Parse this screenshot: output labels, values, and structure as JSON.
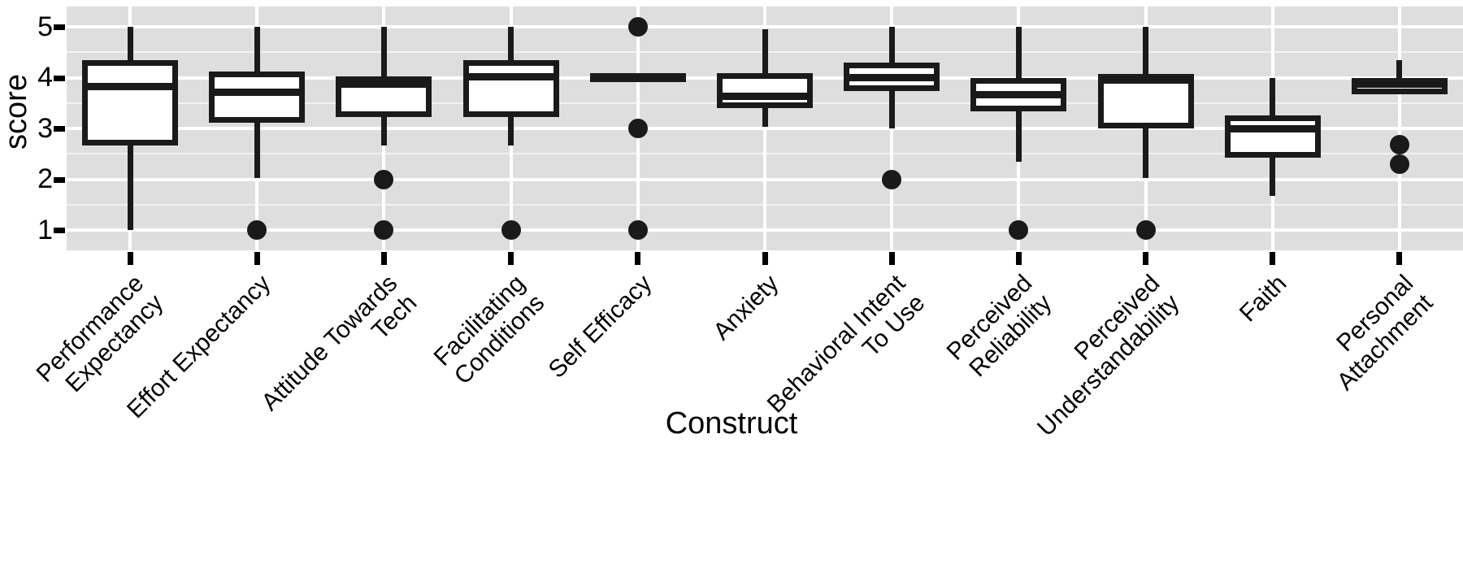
{
  "chart_data": {
    "type": "box",
    "title": "",
    "xlabel": "Construct",
    "ylabel": "score",
    "ylim": [
      0.6,
      5.4
    ],
    "yticks": [
      1,
      2,
      3,
      4,
      5
    ],
    "ytick_labels": [
      "1",
      "2",
      "3",
      "4",
      "5"
    ],
    "grid": true,
    "panel_background": "#dedede",
    "grid_color": "#ffffff",
    "box_fill": "#ffffff",
    "box_stroke": "#1a1a1a",
    "categories": [
      "Performance\nExpectancy",
      "Effort Expectancy",
      "Attitude Towards\nTech",
      "Facilitating\nConditions",
      "Self Efficacy",
      "Anxiety",
      "Behavioral Intent\nTo Use",
      "Perceived\nReliability",
      "Perceived\nUnderstandability",
      "Faith",
      "Personal\nAttachment"
    ],
    "boxes": [
      {
        "category": "Performance Expectancy",
        "lower_whisker": 1.0,
        "q1": 2.67,
        "median": 3.83,
        "q3": 4.35,
        "upper_whisker": 5.0,
        "outliers": []
      },
      {
        "category": "Effort Expectancy",
        "lower_whisker": 2.03,
        "q1": 3.12,
        "median": 3.72,
        "q3": 4.12,
        "upper_whisker": 5.0,
        "outliers": [
          1.0
        ]
      },
      {
        "category": "Attitude Towards Tech",
        "lower_whisker": 2.67,
        "q1": 3.22,
        "median": 3.88,
        "q3": 4.02,
        "upper_whisker": 5.0,
        "outliers": [
          2.0,
          1.0
        ]
      },
      {
        "category": "Facilitating Conditions",
        "lower_whisker": 2.67,
        "q1": 3.22,
        "median": 4.02,
        "q3": 4.35,
        "upper_whisker": 5.0,
        "outliers": [
          1.0
        ]
      },
      {
        "category": "Self Efficacy",
        "lower_whisker": 4.0,
        "q1": 4.0,
        "median": 4.0,
        "q3": 4.0,
        "upper_whisker": 4.0,
        "outliers": [
          5.0,
          3.0,
          1.0
        ]
      },
      {
        "category": "Anxiety",
        "lower_whisker": 3.03,
        "q1": 3.4,
        "median": 3.63,
        "q3": 4.09,
        "upper_whisker": 4.95,
        "outliers": []
      },
      {
        "category": "Behavioral Intent To Use",
        "lower_whisker": 3.0,
        "q1": 3.73,
        "median": 4.0,
        "q3": 4.3,
        "upper_whisker": 5.0,
        "outliers": [
          2.0
        ]
      },
      {
        "category": "Perceived Reliability",
        "lower_whisker": 2.35,
        "q1": 3.34,
        "median": 3.67,
        "q3": 4.0,
        "upper_whisker": 5.0,
        "outliers": [
          1.0
        ]
      },
      {
        "category": "Perceived Understandability",
        "lower_whisker": 2.03,
        "q1": 3.0,
        "median": 4.0,
        "q3": 4.0,
        "upper_whisker": 5.0,
        "outliers": [
          1.0
        ]
      },
      {
        "category": "Faith",
        "lower_whisker": 1.67,
        "q1": 2.42,
        "median": 3.0,
        "q3": 3.25,
        "upper_whisker": 4.0,
        "outliers": []
      },
      {
        "category": "Personal Attachment",
        "lower_whisker": 3.67,
        "q1": 3.67,
        "median": 3.88,
        "q3": 4.0,
        "upper_whisker": 4.35,
        "outliers": [
          2.68,
          2.3
        ]
      }
    ]
  }
}
